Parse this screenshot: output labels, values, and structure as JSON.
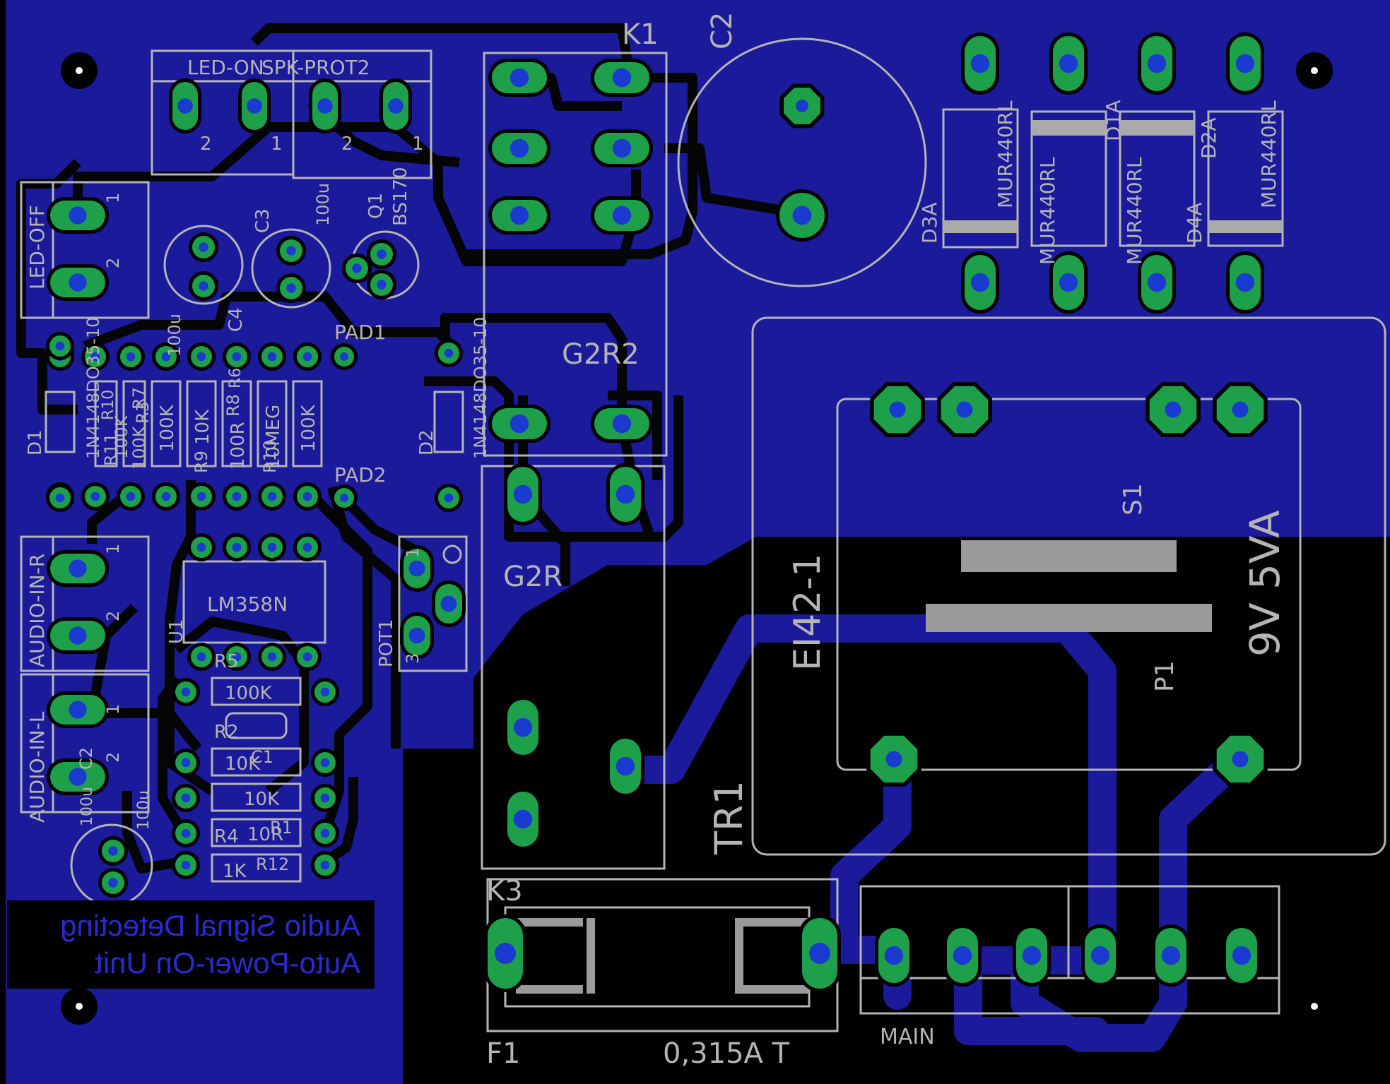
{
  "board": {
    "silk_labels": {
      "k1": "K1",
      "c2": "C2",
      "led_on": "LED-ON",
      "spk_prot2": "SPK-PROT2",
      "led_off": "LED-OFF",
      "c3": "C3",
      "c3_val": "100u",
      "q1": "Q1",
      "q1_val": "BS170",
      "c4": "C4",
      "c4_val": "100u",
      "pad1": "PAD1",
      "pad2": "PAD2",
      "d1": "D1",
      "d1_val": "1N4148DO35-10",
      "d2": "D2",
      "d2_val": "1N4148DO35-10",
      "g2r2": "G2R2",
      "g2r": "G2R",
      "u1": "U1",
      "u1_val": "LM358N",
      "pot1": "POT1",
      "audio_in_r": "AUDIO-IN-R",
      "audio_in_l": "AUDIO-IN-L",
      "c2_small": "C2",
      "c2_small_val": "100u",
      "c5_val": "100u",
      "r5": "R5",
      "r5_val": "100K",
      "r2": "R2",
      "c1": "C1",
      "r_10k_a": "10K",
      "r_10k_b": "10K",
      "r4": "R4",
      "r4_val": "10R",
      "r1": "R1",
      "r12": "R12",
      "r12_val": "1K",
      "k3": "K3",
      "f1": "F1",
      "f1_val": "0,315A T",
      "main": "MAIN",
      "tr1": "TR1",
      "tr1_val": "EI42-1",
      "tr1_rating": "9V 5VA",
      "s1": "S1",
      "p1": "P1",
      "d3a": "D3A",
      "d1a": "D1A",
      "d4a": "D4A",
      "d2a": "D2A",
      "mur1": "MUR440RL",
      "mur2": "MUR440RL",
      "mur3": "MUR440RL",
      "mur4": "MUR440RL",
      "rv_100k_a": "100K",
      "rv_10k": "10K",
      "rv_100k_b": "100K",
      "r9": "R9",
      "r8": "R8",
      "rv_100r": "100R",
      "rv_10meg": "10MEG",
      "r10": "R10",
      "r3": "R3",
      "rv_100k_c": "100K",
      "rv_100k_d": "100K",
      "r7": "R7",
      "r11": "R11",
      "r10b": "R10",
      "r6": "R6",
      "pin1": "1",
      "pin2": "2",
      "pin3": "3"
    },
    "copper_text": {
      "line1": "Audio Signal Detecting",
      "line2": "Auto-Power-On Unit"
    },
    "colors": {
      "bottom_copper": "#1a1a9a",
      "trace": "#0a0a0a",
      "pad": "#1ea04a",
      "drill": "#1a3ad0",
      "silk": "#b4b4b4",
      "background": "#000000"
    }
  }
}
